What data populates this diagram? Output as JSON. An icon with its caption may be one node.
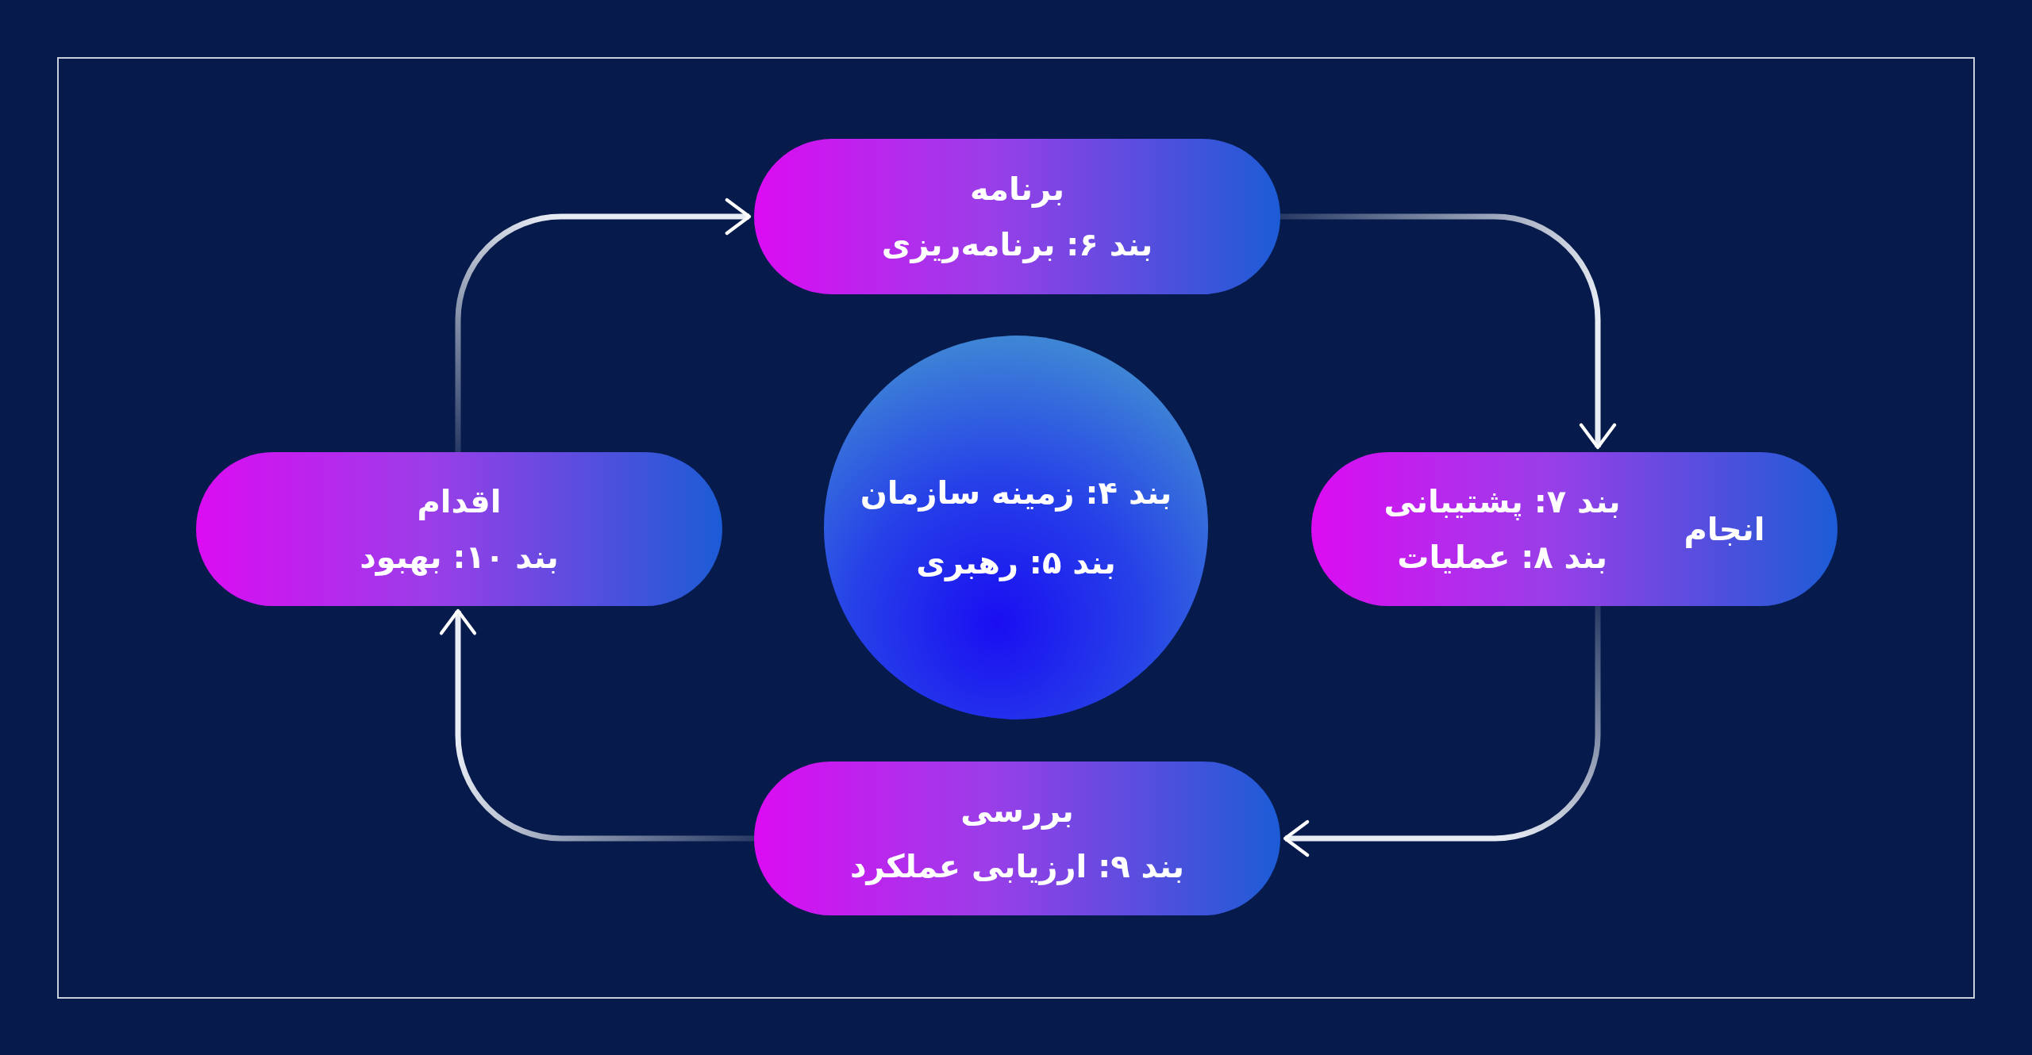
{
  "diagram": {
    "nodes": [
      {
        "text": [
          "برنامه",
          "بند ۶: برنامه‌ریزی"
        ]
      },
      {
        "text": [
          "انجام",
          "بند ۷: پشتیبانی",
          "بند ۸: عملیات"
        ]
      },
      {
        "text": [
          "بررسی",
          "بند ۹: ارزیابی عملکرد"
        ]
      },
      {
        "text": [
          "اقدام",
          "بند ۱۰: بهبود"
        ]
      },
      {
        "text": [
          "بند ۴: زمینه سازمان",
          "بند ۵: رهبری"
        ]
      }
    ],
    "edges": [
      {
        "from": 0,
        "to": 1,
        "arrow": "to"
      },
      {
        "from": 1,
        "to": 2,
        "arrow": "to"
      },
      {
        "from": 2,
        "to": 3,
        "arrow": "to"
      },
      {
        "from": 3,
        "to": 0,
        "arrow": "to"
      }
    ]
  }
}
